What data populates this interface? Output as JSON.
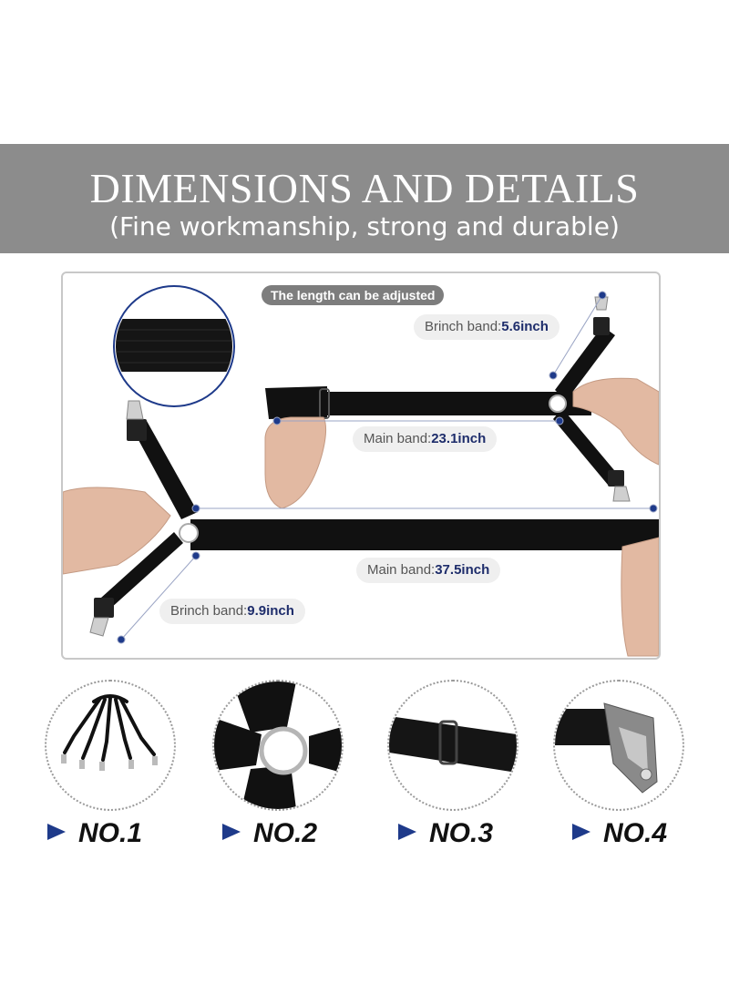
{
  "header": {
    "title": "DIMENSIONS AND DETAILS",
    "subtitle": "(Fine workmanship, strong and durable)"
  },
  "diagram": {
    "adjust_note": "The length can be adjusted",
    "brinch_top": {
      "label": "Brinch band:",
      "value": "5.6inch"
    },
    "main_top": {
      "label": "Main band:",
      "value": "23.1inch"
    },
    "main_bottom": {
      "label": "Main band:",
      "value": "37.5inch"
    },
    "brinch_bottom": {
      "label": "Brinch band:",
      "value": "9.9inch"
    }
  },
  "details": [
    {
      "label": "NO.1",
      "icon": "suspender-set-icon"
    },
    {
      "label": "NO.2",
      "icon": "metal-ring-icon"
    },
    {
      "label": "NO.3",
      "icon": "elastic-slider-icon"
    },
    {
      "label": "NO.4",
      "icon": "metal-clip-icon"
    }
  ],
  "colors": {
    "banner": "#8c8c8c",
    "accent": "#1e3a8a",
    "strap": "#111111"
  }
}
